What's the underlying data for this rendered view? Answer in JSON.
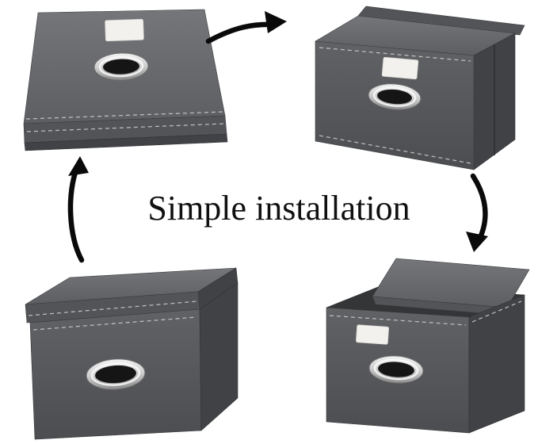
{
  "title": "Simple installation",
  "steps": [
    {
      "id": "folded-flat",
      "name": "folded-flat-box",
      "position": "top-left"
    },
    {
      "id": "unfolding",
      "name": "unfolding-box",
      "position": "top-right"
    },
    {
      "id": "lid-placement",
      "name": "lid-placement-box",
      "position": "bottom-right"
    },
    {
      "id": "assembled",
      "name": "assembled-box",
      "position": "bottom-left"
    }
  ],
  "arrows": [
    {
      "name": "arrow-top",
      "direction": "right"
    },
    {
      "name": "arrow-right",
      "direction": "down"
    },
    {
      "name": "arrow-left",
      "direction": "up"
    }
  ],
  "colors": {
    "background": "#ffffff",
    "box_gray": "#58595c",
    "box_gray_light": "#6e7073",
    "box_gray_dark": "#404245",
    "handle_metal": "#cfcfcf",
    "handle_hole": "#151515",
    "label_white": "#f3f1ed",
    "arrow_black": "#0a0a0a",
    "title_black": "#101010"
  }
}
